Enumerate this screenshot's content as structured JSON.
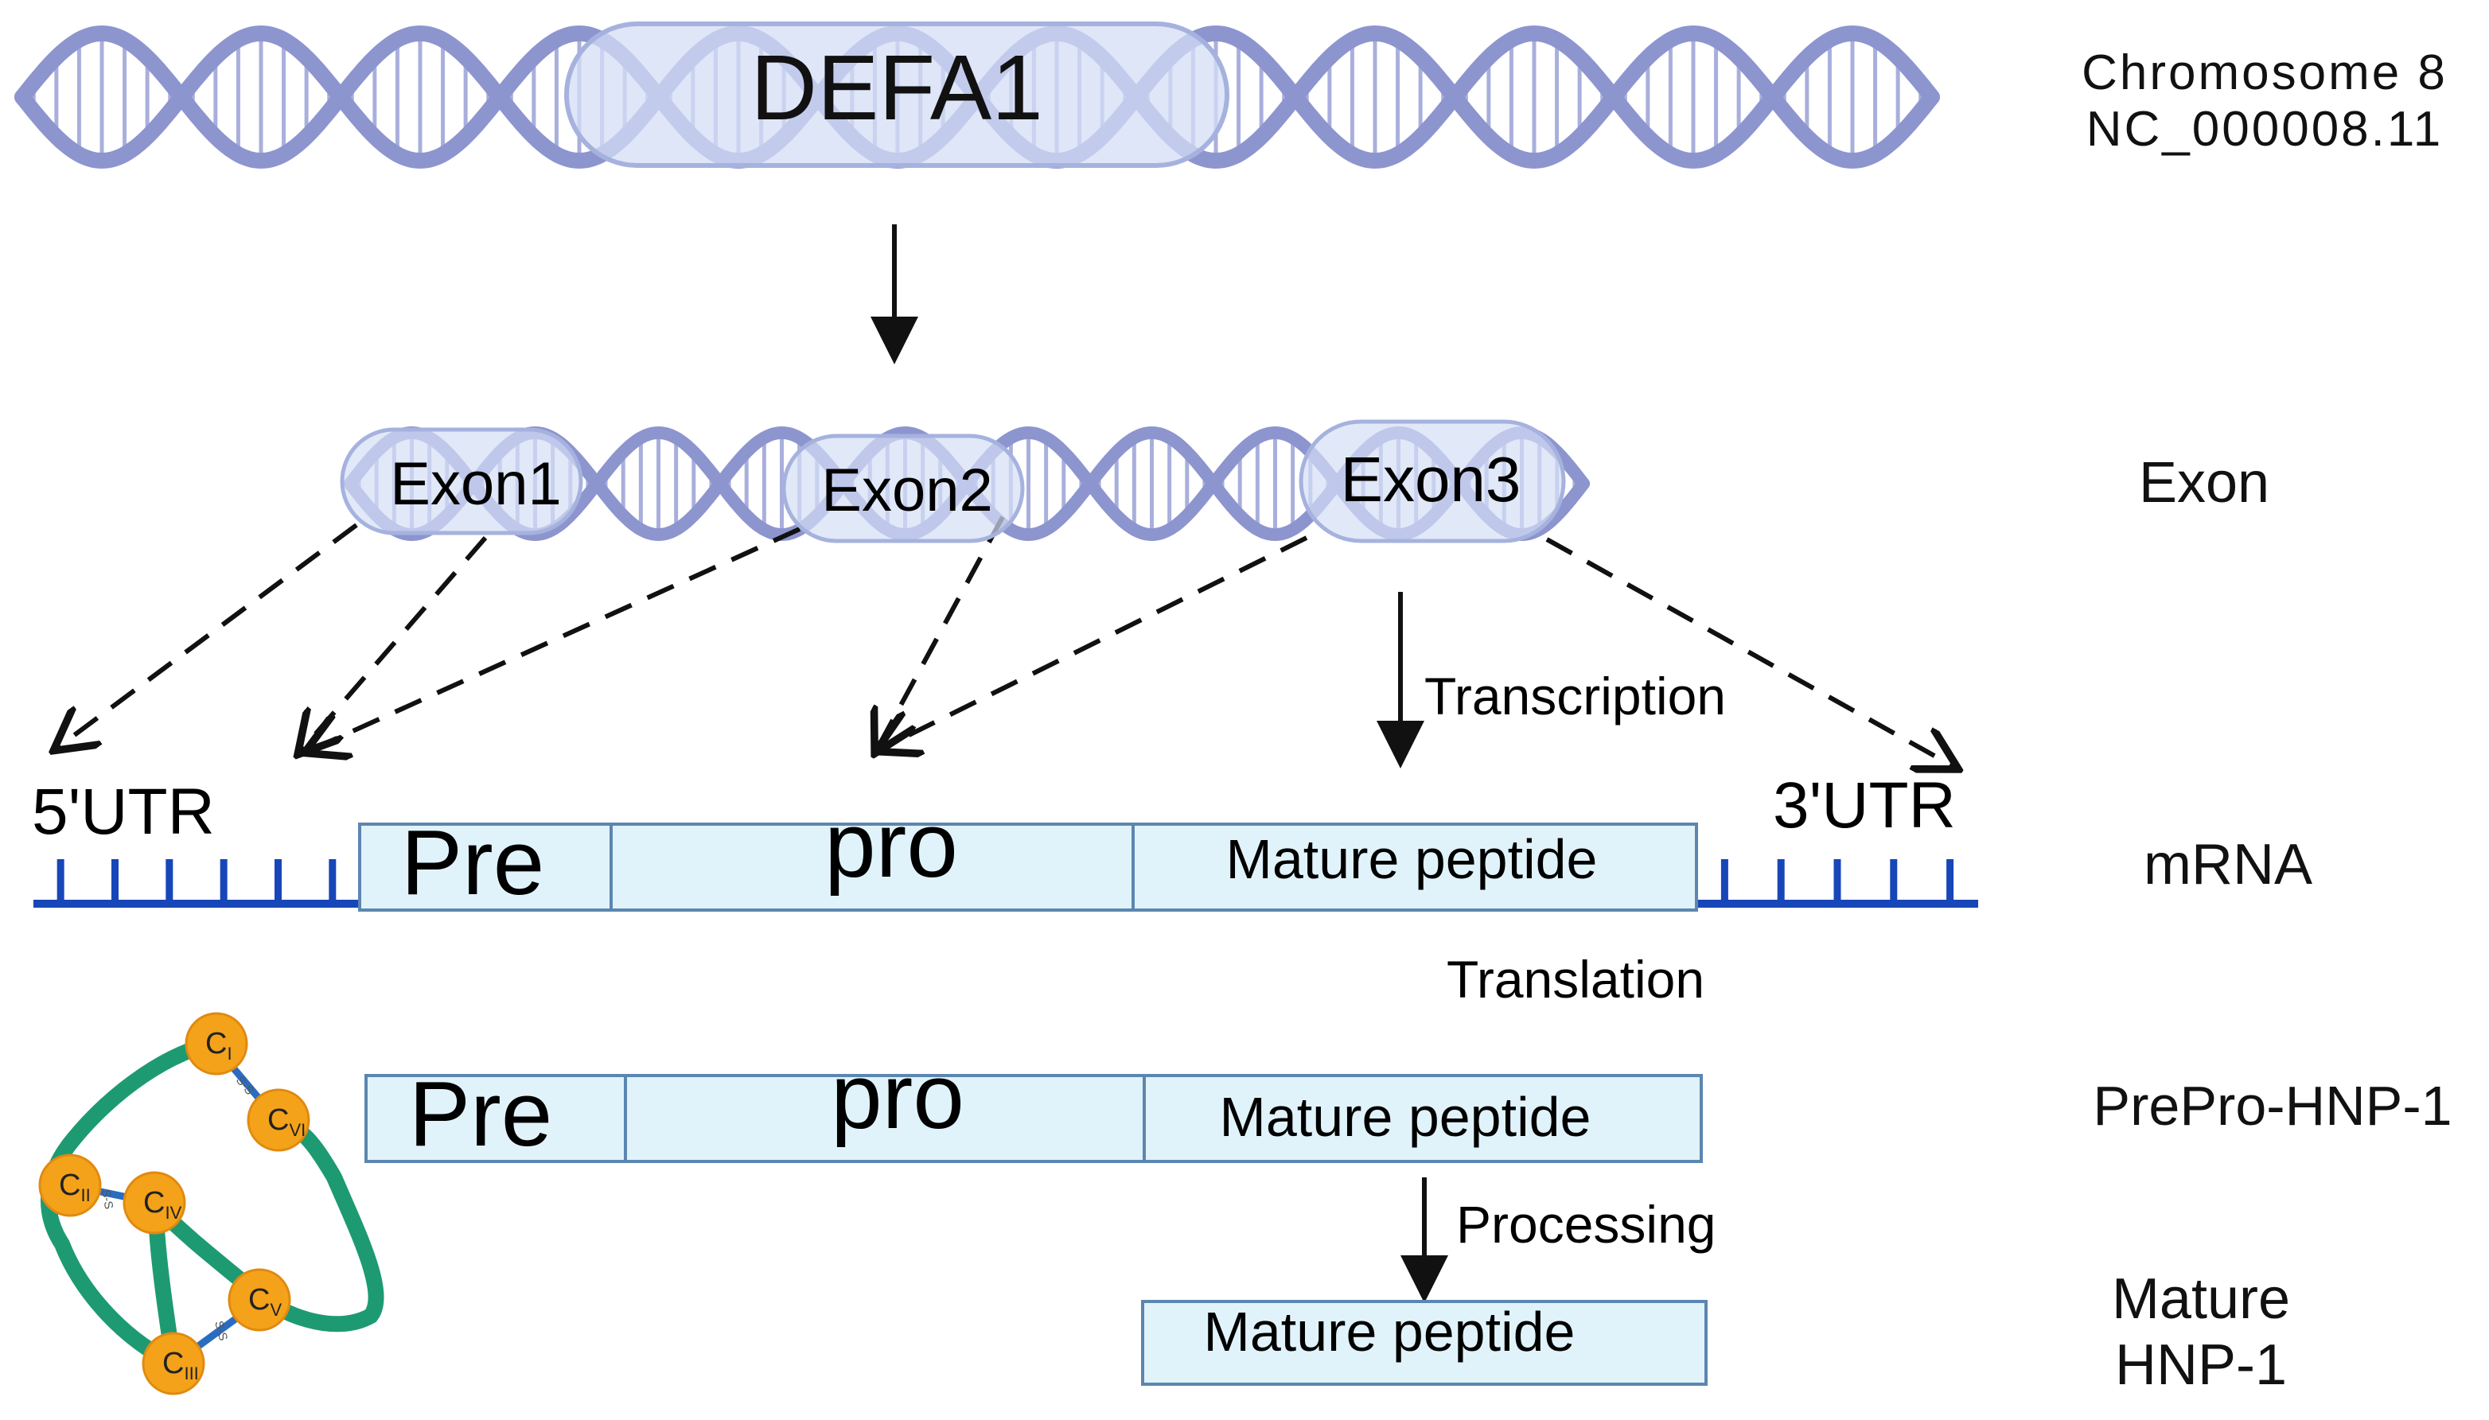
{
  "gene": {
    "name": "DEFA1"
  },
  "right_labels": {
    "chromosome": "Chromosome 8",
    "accession": "NC_000008.11",
    "exon": "Exon",
    "mrna": "mRNA",
    "prepro": "PrePro-HNP-1",
    "mature_line1": "Mature",
    "mature_line2": "HNP-1"
  },
  "exons": [
    "Exon1",
    "Exon2",
    "Exon3"
  ],
  "steps": {
    "transcription": "Transcription",
    "translation": "Translation",
    "processing": "Processing"
  },
  "mrna": {
    "utr5": "5'UTR",
    "utr3": "3'UTR",
    "pre": "Pre",
    "pro": "pro",
    "mature": "Mature peptide"
  },
  "prepro": {
    "pre": "Pre",
    "pro": "pro",
    "mature": "Mature peptide"
  },
  "mature_box": "Mature peptide",
  "peptide": {
    "cysteines": [
      {
        "base": "C",
        "sub": "I"
      },
      {
        "base": "C",
        "sub": "II"
      },
      {
        "base": "C",
        "sub": "III"
      },
      {
        "base": "C",
        "sub": "IV"
      },
      {
        "base": "C",
        "sub": "V"
      },
      {
        "base": "C",
        "sub": "VI"
      }
    ],
    "bond": "S-S"
  },
  "colors": {
    "dna": "#8D95CF",
    "dna_rung": "#A9AFDC",
    "capsule": "#D4DEF5",
    "box_fill": "#E1F3FA",
    "box_stroke": "#5C86B0",
    "utr": "#1746B8",
    "cysteine": "#F4A21A",
    "loop": "#1E9A72",
    "bond": "#2A6CC0"
  }
}
